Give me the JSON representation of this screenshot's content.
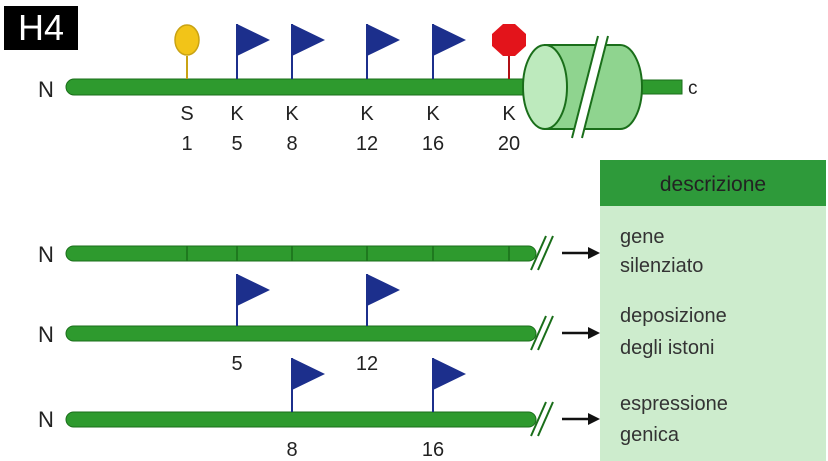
{
  "badge": "H4",
  "top_chain": {
    "n_label": "N",
    "c_label": "c",
    "sites": [
      {
        "residue": "S",
        "position": "1",
        "mark": "circle",
        "color": "#f2c418"
      },
      {
        "residue": "K",
        "position": "5",
        "mark": "flag",
        "color": "#1c2f8c"
      },
      {
        "residue": "K",
        "position": "8",
        "mark": "flag",
        "color": "#1c2f8c"
      },
      {
        "residue": "K",
        "position": "12",
        "mark": "flag",
        "color": "#1c2f8c"
      },
      {
        "residue": "K",
        "position": "16",
        "mark": "flag",
        "color": "#1c2f8c"
      },
      {
        "residue": "K",
        "position": "20",
        "mark": "octagon",
        "color": "#e3141b"
      }
    ]
  },
  "description_header": "descrizione",
  "rows": [
    {
      "n_label": "N",
      "flags": [],
      "desc": [
        "gene",
        "silenziato"
      ]
    },
    {
      "n_label": "N",
      "flags": [
        "5",
        "12"
      ],
      "desc": [
        "deposizione",
        "degli istoni"
      ]
    },
    {
      "n_label": "N",
      "flags": [
        "8",
        "16"
      ],
      "desc": [
        "espressione",
        "genica"
      ]
    }
  ],
  "colors": {
    "chain": "#2e9a2e",
    "chain_edge": "#1a6e1a",
    "panel": "#cdeccd",
    "header": "#2e9a3a",
    "flag": "#1c2f8c"
  }
}
